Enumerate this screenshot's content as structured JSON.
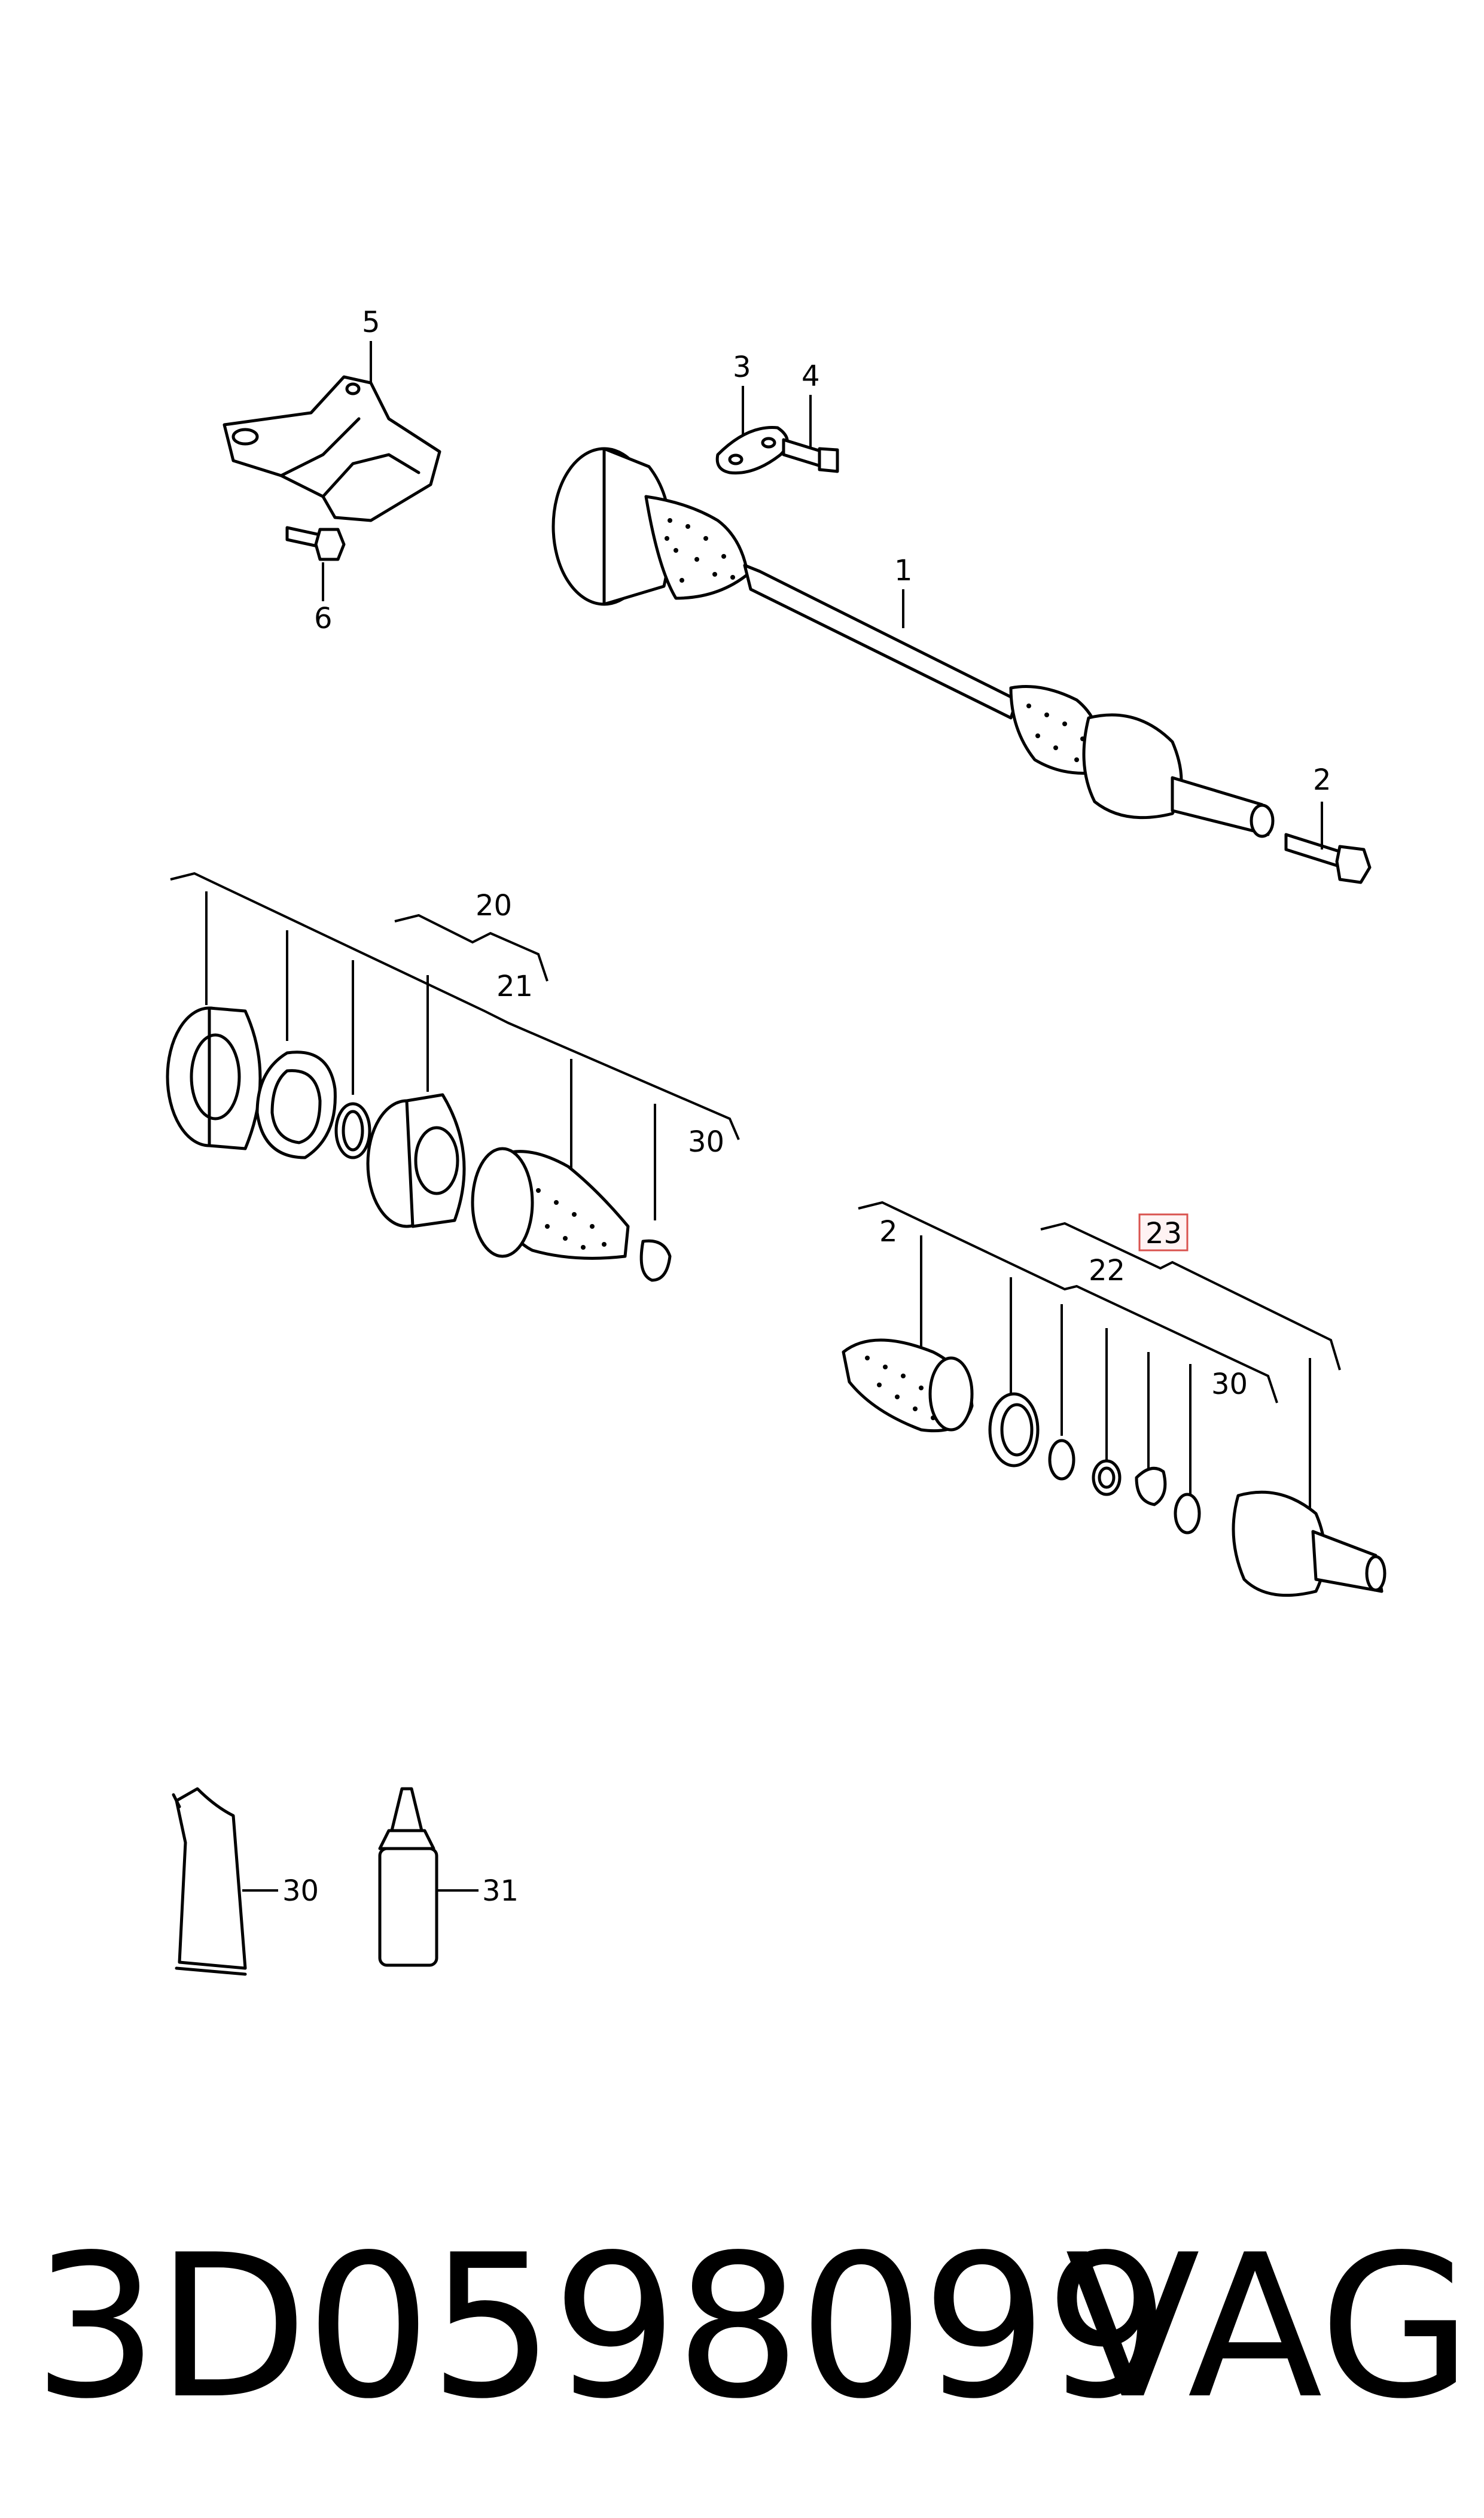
{
  "callouts": {
    "c1": "1",
    "c2a": "2",
    "c3": "3",
    "c4": "4",
    "c5": "5",
    "c6": "6",
    "c20": "20",
    "c21": "21",
    "c30a": "30",
    "c2b": "2",
    "c22": "22",
    "c23": "23",
    "c30b": "30",
    "c30c": "30",
    "c31": "31"
  },
  "highlight_color": "#d9534f",
  "footer": {
    "part_number": "3D0598099",
    "brand": "VAG"
  }
}
